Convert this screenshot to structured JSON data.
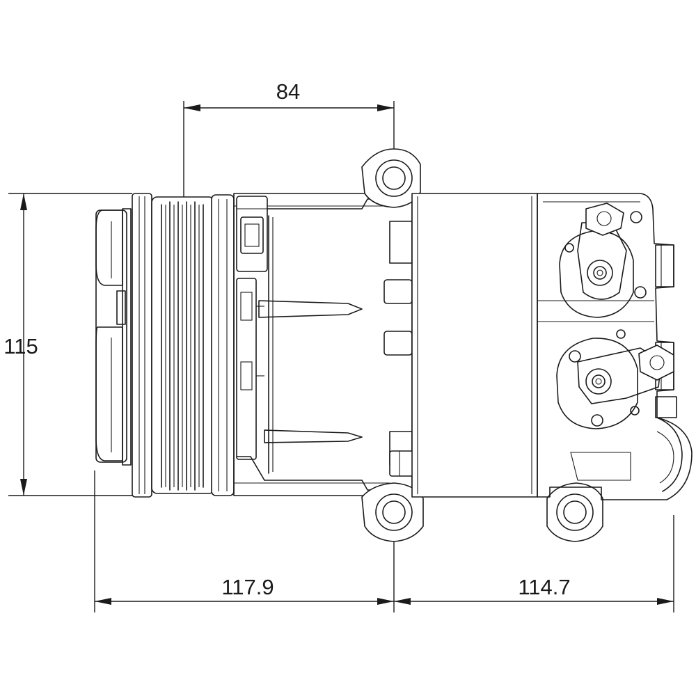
{
  "dimensions": {
    "top_width": "84",
    "height": "115",
    "bottom_left_width": "117.9",
    "bottom_right_width": "114.7"
  }
}
